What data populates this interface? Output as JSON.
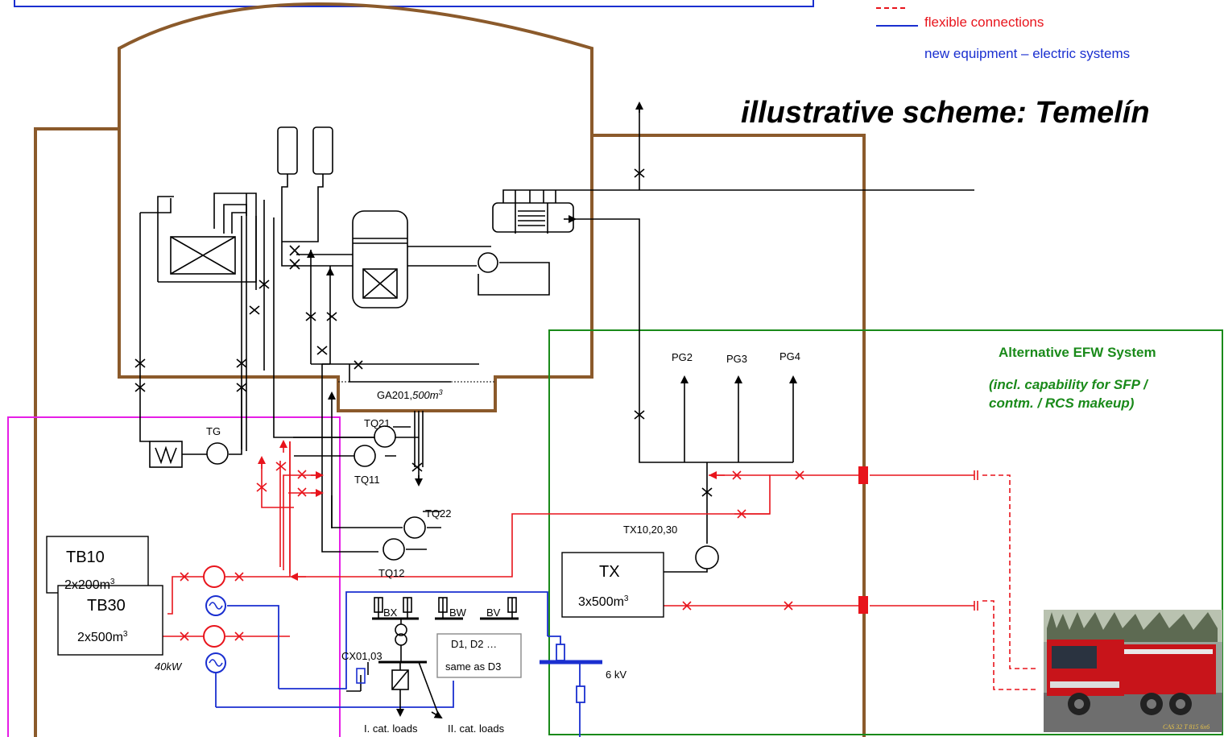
{
  "legend": {
    "flexible": "flexible connections",
    "electric": "new equipment – electric systems"
  },
  "title": "illustrative scheme: Temelín",
  "efw": {
    "title": "Alternative EFW System",
    "subtitle_line1": "(incl. capability for SFP /",
    "subtitle_line2": "contm. / RCS makeup)"
  },
  "labels": {
    "tg": "TG",
    "ga201": "GA201,",
    "ga201_vol": "500m",
    "ga201_sup": "3",
    "tq21": "TQ21",
    "tq11": "TQ11",
    "tq22": "TQ22",
    "tq12": "TQ12",
    "pg2": "PG2",
    "pg3": "PG3",
    "pg4": "PG4",
    "tx_sys": "TX10,20,30",
    "tx": "TX",
    "tx_vol": "3x500m",
    "tx_sup": "3",
    "tb10": "TB10",
    "tb10_vol": "2x200m",
    "tb10_sup": "3",
    "tb30": "TB30",
    "tb30_vol": "2x500m",
    "tb30_sup": "3",
    "power": "40kW",
    "bx": "BX",
    "bw": "BW",
    "bv": "BV",
    "cx": "CX01,03",
    "d_line1": "D1, D2 …",
    "d_line2": "same as D3",
    "kv": "6 kV",
    "cat1": "I. cat. loads",
    "cat2": "II. cat. loads"
  },
  "truck_text": "CAS 32 T 815 6x6",
  "colors": {
    "containment": "#8b5a2b",
    "red": "#e8141c",
    "blue": "#1a2fd0",
    "green": "#1a8a1a",
    "magenta": "#e61ee6"
  }
}
